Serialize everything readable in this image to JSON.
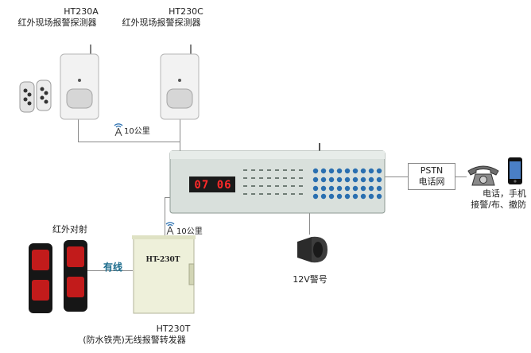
{
  "detectors": {
    "a": {
      "model": "HT230A",
      "desc": "红外现场报警探测器"
    },
    "c": {
      "model": "HT230C",
      "desc": "红外现场报警探测器"
    }
  },
  "wireless": {
    "range_top": "10公里",
    "range_bottom": "10公里"
  },
  "host": {
    "display": "07 06"
  },
  "pstn": {
    "line1": "PSTN",
    "line2": "电话网"
  },
  "phone": {
    "line1": "电话，手机",
    "line2": "接警/布、撤防"
  },
  "siren": {
    "label": "12V警号"
  },
  "beam": {
    "label": "红外对射",
    "wire": "有线"
  },
  "transmitter": {
    "box_text": "HT-230T",
    "model": "HT230T",
    "desc": "(防水铁壳)无线报警转发器"
  },
  "colors": {
    "line": "#8a8a8a",
    "host_body": "#d9e0dc",
    "keypad": "#2a6fb0",
    "display_bg": "#c8102e",
    "detector_body": "#f2f2f2"
  }
}
